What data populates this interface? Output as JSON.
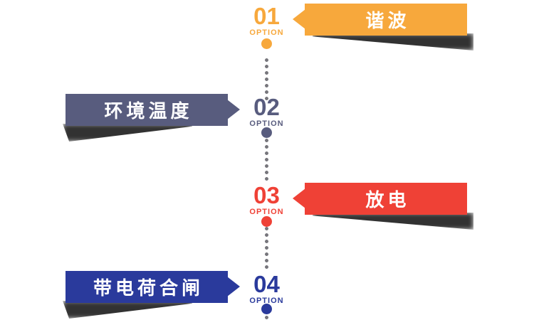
{
  "canvas": {
    "background": "#FFFFFF"
  },
  "steps": [
    {
      "number": "01",
      "option_label": "OPTION",
      "title": "谐波",
      "color": "#F7A83C",
      "banner_side": "right"
    },
    {
      "number": "02",
      "option_label": "OPTION",
      "title": "环境温度",
      "color": "#585C7E",
      "banner_side": "left"
    },
    {
      "number": "03",
      "option_label": "OPTION",
      "title": "放电",
      "color": "#EF4136",
      "banner_side": "right"
    },
    {
      "number": "04",
      "option_label": "OPTION",
      "title": "带电荷合闸",
      "color": "#2A3A9C",
      "banner_side": "left"
    }
  ],
  "connector": {
    "small_dot_color": "#77767C"
  },
  "banner_text_color": "#FFFFFF",
  "shadow_color": "#161616"
}
